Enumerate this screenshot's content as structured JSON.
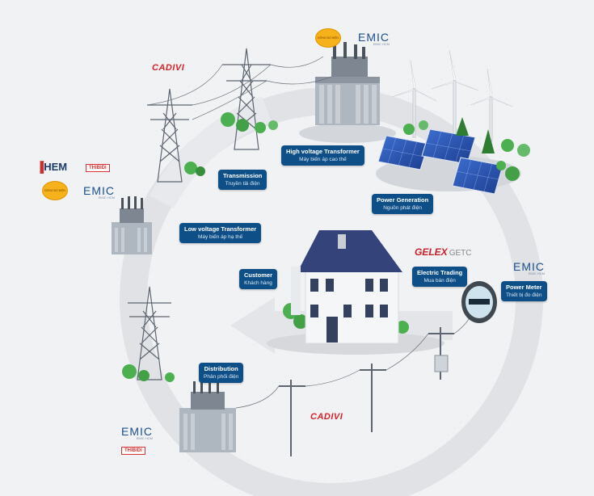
{
  "nodes": {
    "high_voltage_transformer": {
      "title": "High voltage Transformer",
      "subtitle": "Máy biến áp cao thế"
    },
    "transmission": {
      "title": "Transmission",
      "subtitle": "Truyền tải điện"
    },
    "power_generation": {
      "title": "Power Generation",
      "subtitle": "Nguồn phát điện"
    },
    "low_voltage_transformer": {
      "title": "Low voltage Transformer",
      "subtitle": "Máy biến áp hạ thế"
    },
    "customer": {
      "title": "Customer",
      "subtitle": "Khách hàng"
    },
    "electric_trading": {
      "title": "Electric Trading",
      "subtitle": "Mua bán điện"
    },
    "power_meter": {
      "title": "Power Meter",
      "subtitle": "Thiết bị đo điện"
    },
    "distribution": {
      "title": "Distribution",
      "subtitle": "Phân phối điện"
    }
  },
  "logos": {
    "cadivi": "CADIVI",
    "emic": "EMIC",
    "emic_sub": "EMIC HCM",
    "gelex": "GELEX",
    "getc": "GETC",
    "thibidi": "THIBIDI",
    "hem": "HEM",
    "dong_bo": "ĐÔNG BỐ ĐIỆN"
  },
  "colors": {
    "label_bg": "#0d4f86",
    "ring": "#e0e2e6",
    "cadivi_red": "#d6222a",
    "emic_blue": "#1b4f8d"
  }
}
